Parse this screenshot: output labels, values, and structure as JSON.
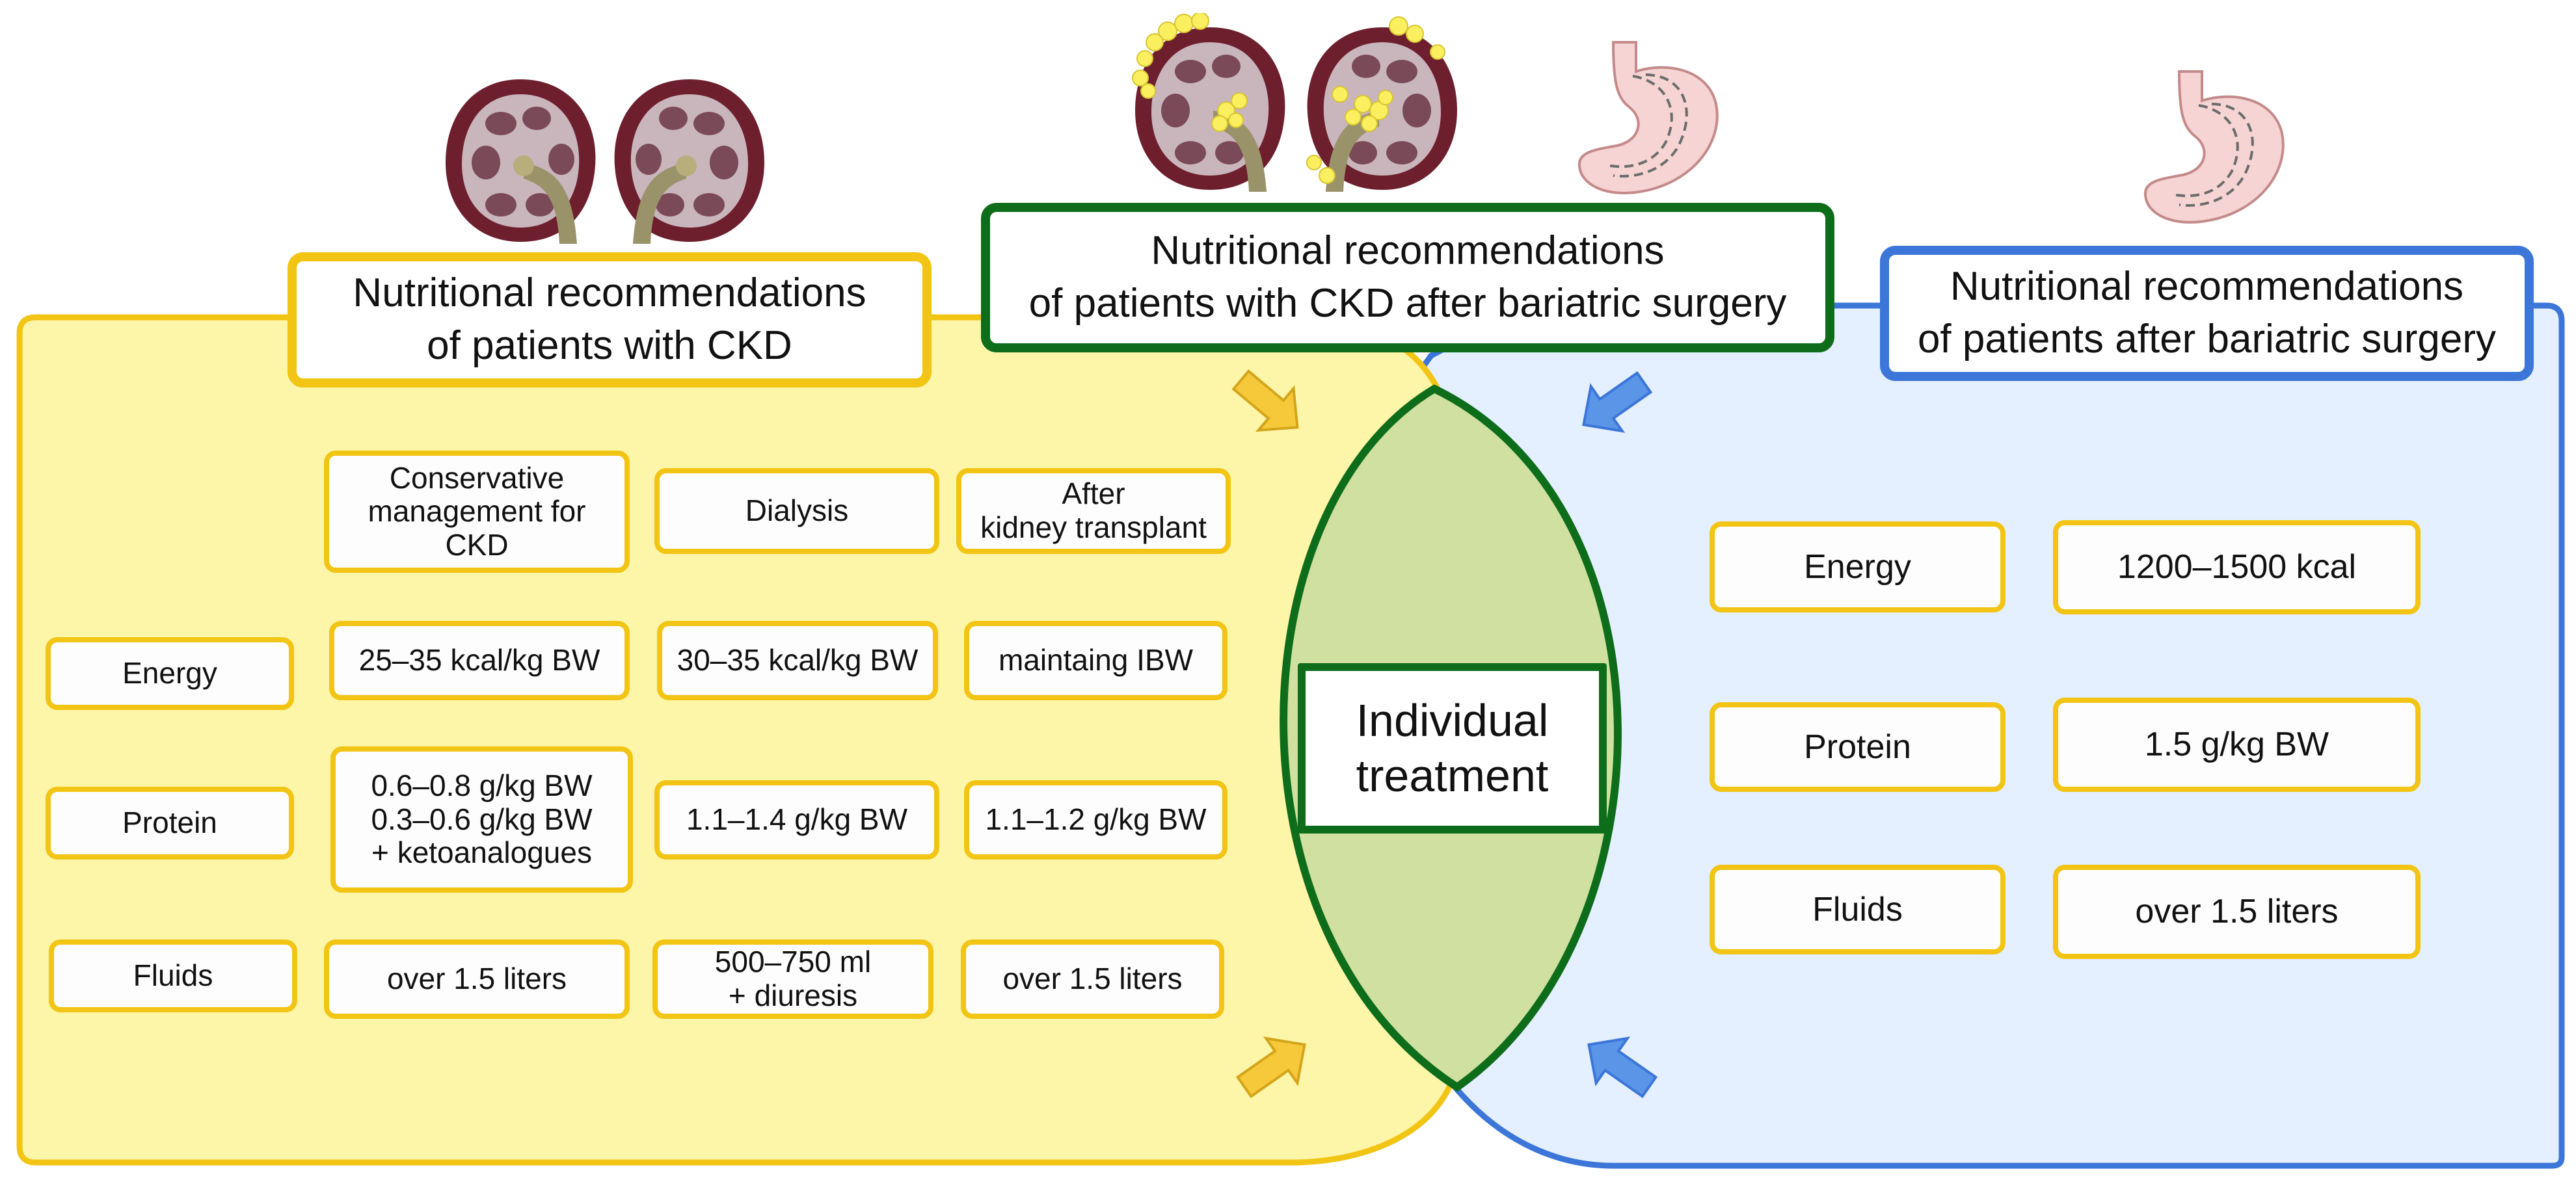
{
  "colors": {
    "ckd_accent": "#f2c414",
    "ckd_fill": "#fdf5a8",
    "bariatric_accent": "#3b76d8",
    "bariatric_fill": "#e4efff",
    "combined_accent": "#0e6d1a",
    "combined_fill": "#cfe0a0"
  },
  "icons": [
    "kidney-icon",
    "kidney-with-fat-icon",
    "stomach-icon",
    "arrow-icon"
  ],
  "headers": {
    "ckd": "Nutritional recommendations\nof patients with CKD",
    "combined": "Nutritional recommendations\nof patients with CKD after bariatric surgery",
    "bariatric": "Nutritional recommendations\nof patients after bariatric surgery"
  },
  "center": "Individual\ntreatment",
  "ckd_table": {
    "columns": [
      "Conservative\nmanagement for\nCKD",
      "Dialysis",
      "After\nkidney transplant"
    ],
    "rows": [
      {
        "label": "Energy",
        "values": [
          "25–35 kcal/kg BW",
          "30–35 kcal/kg BW",
          "maintaing IBW"
        ]
      },
      {
        "label": "Protein",
        "values": [
          "0.6–0.8 g/kg BW\n0.3–0.6 g/kg BW\n+ ketoanalogues",
          "1.1–1.4 g/kg BW",
          "1.1–1.2 g/kg BW"
        ]
      },
      {
        "label": "Fluids",
        "values": [
          "over 1.5 liters",
          "500–750 ml\n+ diuresis",
          "over 1.5 liters"
        ]
      }
    ]
  },
  "bariatric_table": {
    "rows": [
      {
        "label": "Energy",
        "value": "1200–1500 kcal"
      },
      {
        "label": "Protein",
        "value": "1.5 g/kg BW"
      },
      {
        "label": "Fluids",
        "value": "over 1.5 liters"
      }
    ]
  }
}
